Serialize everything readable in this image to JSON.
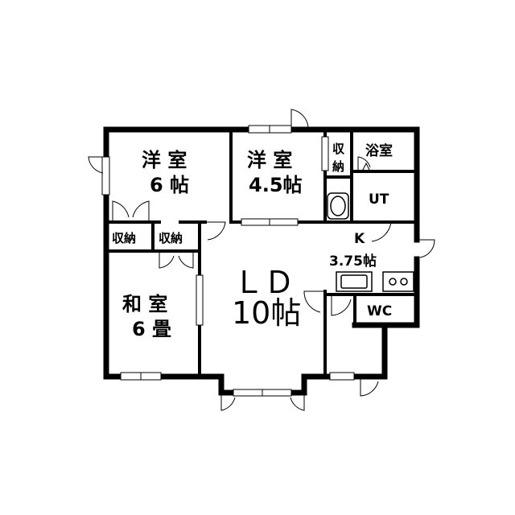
{
  "rooms": {
    "western1": {
      "name": "洋 室",
      "size": "6 帖"
    },
    "western2": {
      "name": "洋 室",
      "size": "4.5帖"
    },
    "closet_top": "収\n納",
    "closet_top_line1": "収",
    "closet_top_line2": "納",
    "bath": "浴室",
    "ut": "UT",
    "closet_left1": "収納",
    "closet_left2": "収納",
    "kitchen": {
      "name": "K",
      "size": "3.75帖"
    },
    "ld": {
      "name": "ＬＤ",
      "size": "10帖"
    },
    "japanese": {
      "name": "和 室",
      "size": "6 畳"
    },
    "wc": "WC"
  },
  "colors": {
    "wall": "#000000",
    "background": "#ffffff"
  }
}
